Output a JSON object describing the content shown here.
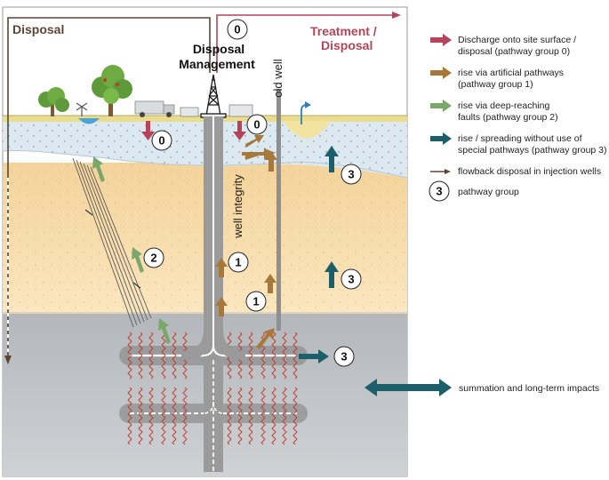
{
  "labels": {
    "disposal": "Disposal",
    "treatment_line1": "Treatment /",
    "treatment_line2": "Disposal",
    "disposal_mgmt_line1": "Disposal",
    "disposal_mgmt_line2": "Management",
    "old_well": "old well",
    "well_integrity": "well integrity"
  },
  "badges": {
    "top": "0",
    "surface_left": "0",
    "surface_right": "0",
    "fault": "2",
    "upper_1": "1",
    "lower_1": "1",
    "upper_3": "3",
    "mid_3": "3",
    "low_3": "3"
  },
  "legend": {
    "items": [
      {
        "color": "#b5445a",
        "line1": "Discharge onto site surface /",
        "line2": "disposal (pathway group 0)"
      },
      {
        "color": "#a6793a",
        "line1": "rise via artificial pathways",
        "line2": "(pathway group 1)"
      },
      {
        "color": "#7aa86a",
        "line1": "rise via deep-reaching",
        "line2": "faults (pathway group 2)"
      },
      {
        "color": "#1d5e6b",
        "line1": "rise / spreading without use of",
        "line2": "special pathways (pathway group 3)"
      },
      {
        "color": "#5b4636",
        "line1": "flowback disposal in injection wells",
        "line2": ""
      }
    ],
    "badge_symbol": "3",
    "badge_label": "pathway group",
    "summation_label": "summation and long-term impacts"
  },
  "colors": {
    "group0": "#b5445a",
    "group1": "#a6793a",
    "group2": "#7aa86a",
    "group3": "#1d5e6b",
    "flowback": "#5b4636",
    "well": "#8f8f8f"
  }
}
